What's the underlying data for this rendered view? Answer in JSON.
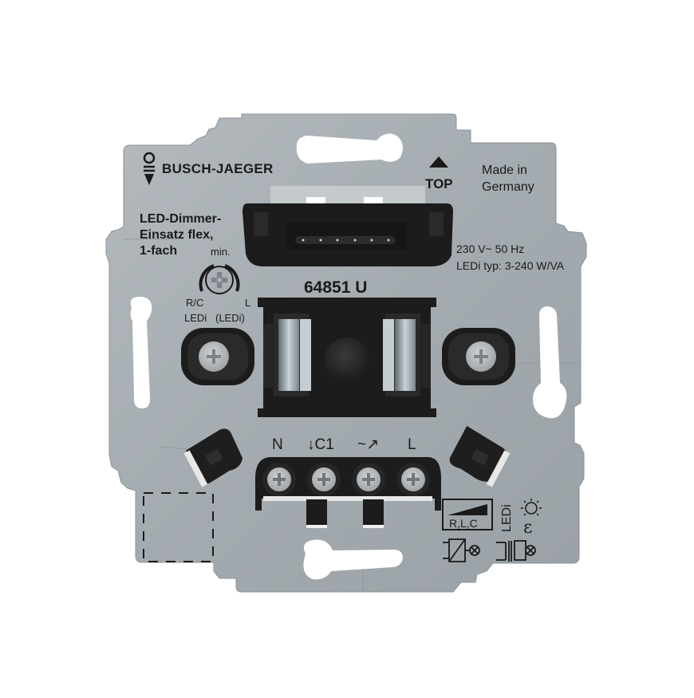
{
  "product": {
    "brand": "BUSCH-JAEGER",
    "title_lines": [
      "LED-Dimmer-",
      "Einsatz flex,",
      "1-fach"
    ],
    "model_number": "64851 U",
    "orientation_label": "TOP",
    "origin_lines": [
      "Made in",
      "Germany"
    ],
    "rating_lines": [
      "230 V~ 50 Hz",
      "LEDi typ: 3-240 W/VA"
    ]
  },
  "potentiometer": {
    "label_min": "min.",
    "label_left_1": "R/C",
    "label_left_2": "LEDi",
    "label_right_1": "L",
    "label_right_2": "(LEDi)"
  },
  "terminals": [
    {
      "label": "N"
    },
    {
      "label": "↓C1"
    },
    {
      "label": "~↗"
    },
    {
      "label": "L"
    }
  ],
  "load_symbols": {
    "rlc_box_label": "R,L,C",
    "ledi_label": "LEDi"
  },
  "colors": {
    "plate": "#a9afb4",
    "plate_dark": "#8e959b",
    "plastic": "#1e1e1e",
    "plastic_mid": "#2c2c2c",
    "screw": "#b8bcbf",
    "print": "#1a1a1a",
    "background": "#ffffff"
  }
}
